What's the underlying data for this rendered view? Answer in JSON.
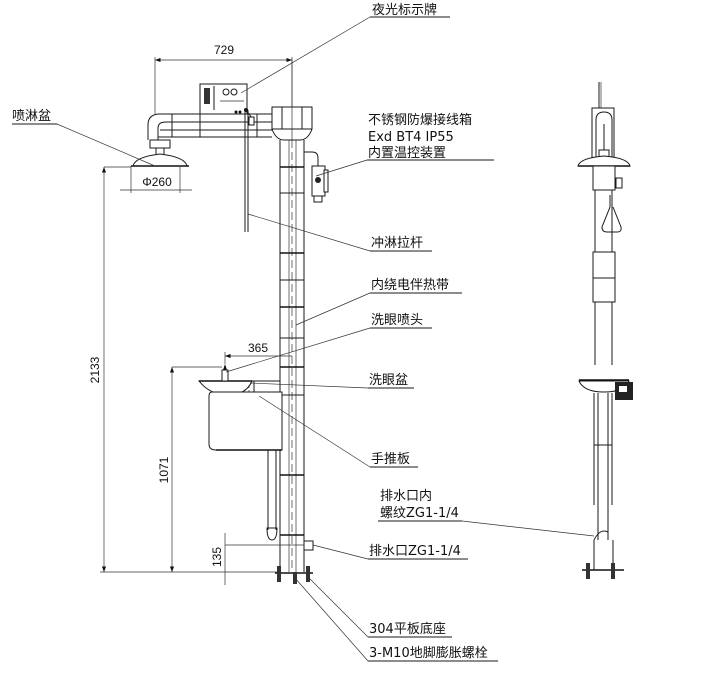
{
  "drawing": {
    "title": "防爆电伴热洗眼器结构图",
    "labels": {
      "night_sign": "夜光标示牌",
      "shower_head": "喷淋盆",
      "junction_box_1": "不锈钢防爆接线箱",
      "junction_box_2": "Exd BT4 IP55",
      "junction_box_3": "内置温控装置",
      "pull_rod": "冲淋拉杆",
      "heat_tracing": "内绕电伴热带",
      "eyewash_nozzle": "洗眼喷头",
      "eyewash_bowl": "洗眼盆",
      "push_plate": "手推板",
      "inner_drain_1": "排水口内",
      "inner_drain_2": "螺纹ZG1-1/4",
      "drain_outlet": "排水口ZG1-1/4",
      "base_plate": "304平板底座",
      "anchor_bolts": "3-M10地脚膨胀螺栓"
    },
    "dimensions": {
      "arm_length": "729",
      "shower_diameter": "Φ260",
      "eyewash_reach": "365",
      "total_height": "2133",
      "bowl_height": "1071",
      "drain_height": "135"
    }
  }
}
